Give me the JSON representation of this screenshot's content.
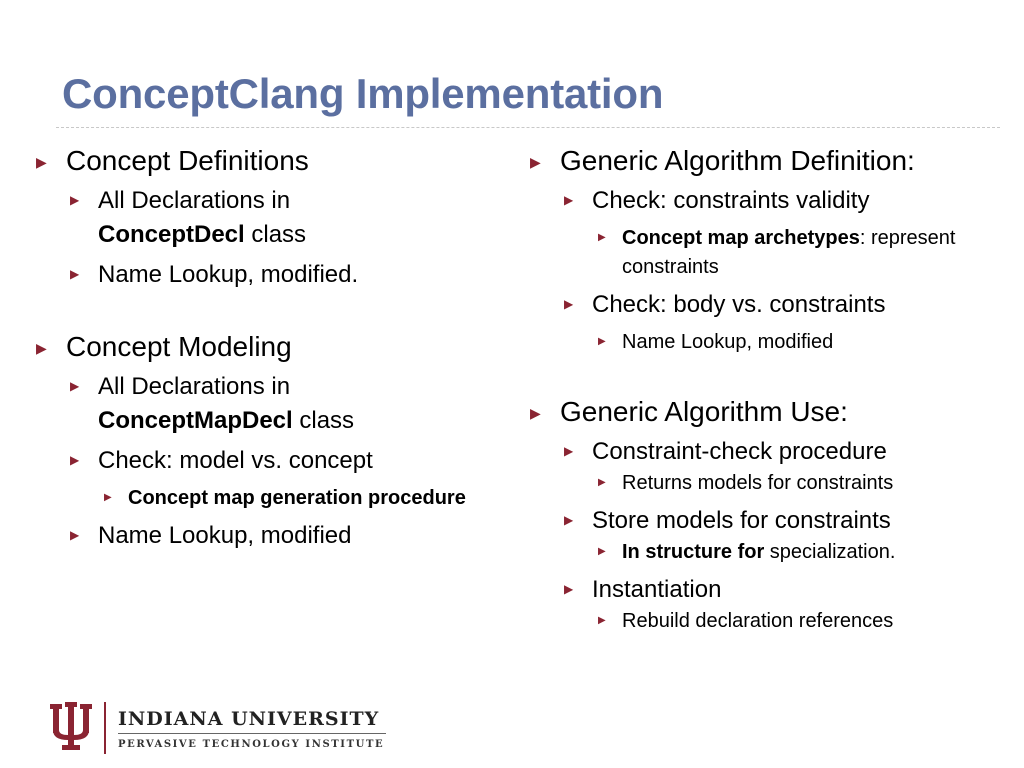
{
  "slide": {
    "title": "ConceptClang Implementation"
  },
  "left_column": {
    "concept_definitions": "Concept Definitions",
    "cd_item1_pre": "All Declarations in",
    "cd_item1_bold": "ConceptDecl",
    "cd_item1_post": " class",
    "cd_item2": "Name Lookup, modified.",
    "concept_modeling": "Concept Modeling",
    "cm_item1_pre": "All Declarations in",
    "cm_item1_bold": "ConceptMapDecl",
    "cm_item1_post": " class",
    "cm_item2": "Check: model vs. concept",
    "cm_item2_sub": "Concept map generation procedure",
    "cm_item3": "Name Lookup, modified"
  },
  "right_column": {
    "gad": "Generic Algorithm Definition:",
    "gad_item1": "Check: constraints validity",
    "gad_item1_sub_bold": "Concept map archetypes",
    "gad_item1_sub_post": ": represent constraints",
    "gad_item2": "Check: body vs. constraints",
    "gad_item2_sub": "Name Lookup, modified",
    "gau": "Generic Algorithm Use:",
    "gau_item1": "Constraint-check procedure",
    "gau_item1_sub": "Returns models for constraints",
    "gau_item2": "Store models for constraints",
    "gau_item2_sub_bold": "In structure for",
    "gau_item2_sub_post": " specialization.",
    "gau_item3": "Instantiation",
    "gau_item3_sub": "Rebuild declaration references"
  },
  "logo": {
    "name": "INDIANA UNIVERSITY",
    "subtitle": "PERVASIVE TECHNOLOGY INSTITUTE"
  },
  "colors": {
    "title": "#5b6fa0",
    "bullet": "#8a2432",
    "logo_red": "#8a2432"
  },
  "icons": {
    "bullet": "triangle-right-icon",
    "logo_mark": "iu-trident-icon"
  }
}
